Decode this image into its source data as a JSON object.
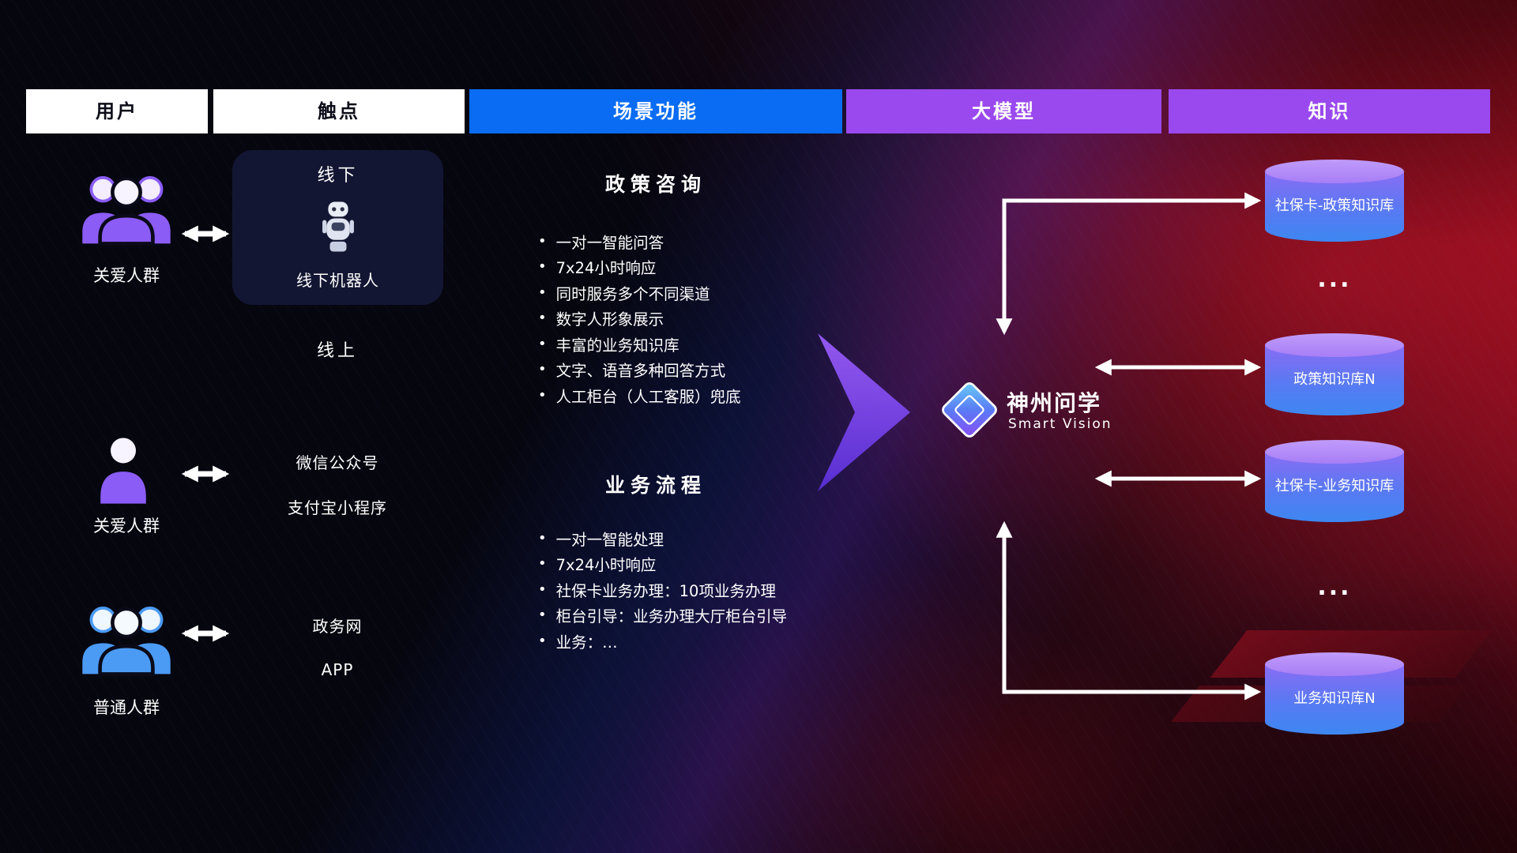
{
  "colors": {
    "header_blue": "#0a6cf3",
    "header_purple": "#9a49ee",
    "accent_purple": "#8b5cf6",
    "accent_blue": "#4b9bf5",
    "arrow_white": "#ffffff",
    "cylinder_top": "#a77ef6",
    "cylinder_bottom": "#3d87f1"
  },
  "header": {
    "columns": [
      {
        "id": "users",
        "label": "用户"
      },
      {
        "id": "touchpoints",
        "label": "触点"
      },
      {
        "id": "scenes",
        "label": "场景功能"
      },
      {
        "id": "model",
        "label": "大模型"
      },
      {
        "id": "knowledge",
        "label": "知识"
      }
    ]
  },
  "users": [
    {
      "label": "关爱人群",
      "icon": "care-group-icon"
    },
    {
      "label": "关爱人群",
      "icon": "care-person-icon"
    },
    {
      "label": "普通人群",
      "icon": "general-group-icon"
    }
  ],
  "touchpoints": {
    "offline": {
      "title": "线下",
      "robot_label": "线下机器人"
    },
    "online_title": "线上",
    "channels": [
      "微信公众号",
      "支付宝小程序",
      "政务网",
      "APP"
    ]
  },
  "scenes": [
    {
      "title": "政策咨询",
      "items": [
        "一对一智能问答",
        "7x24小时响应",
        "同时服务多个不同渠道",
        "数字人形象展示",
        "丰富的业务知识库",
        "文字、语音多种回答方式",
        "人工柜台（人工客服）兜底"
      ]
    },
    {
      "title": "业务流程",
      "items": [
        "一对一智能处理",
        "7x24小时响应",
        "社保卡业务办理：10项业务办理",
        "柜台引导：业务办理大厅柜台引导",
        "业务：…"
      ]
    }
  ],
  "model": {
    "name": "神州问学",
    "subtitle": "Smart Vision"
  },
  "knowledge": {
    "databases": [
      "社保卡-政策知识库",
      "政策知识库N",
      "社保卡-业务知识库",
      "业务知识库N"
    ],
    "ellipsis_top": "...",
    "ellipsis_bottom": "..."
  }
}
